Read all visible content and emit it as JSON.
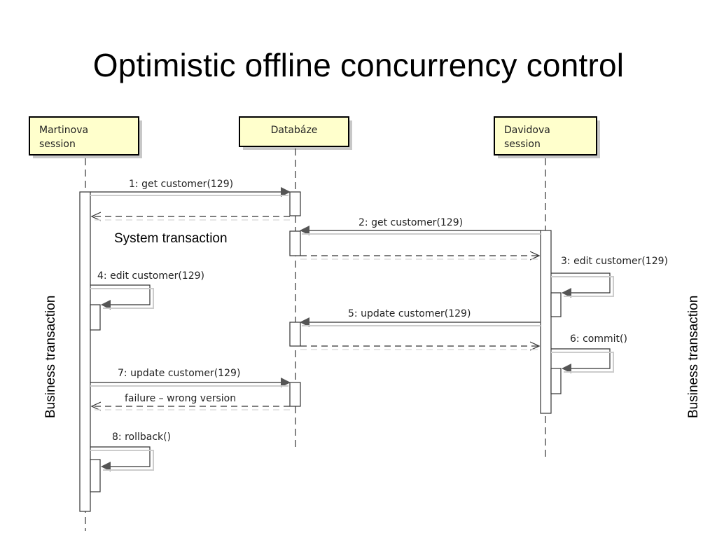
{
  "title": "Optimistic offline concurrency control",
  "participants": [
    {
      "id": "martinova",
      "lines": [
        "Martinova",
        "session"
      ]
    },
    {
      "id": "databaze",
      "lines": [
        "Databáze"
      ]
    },
    {
      "id": "davidova",
      "lines": [
        "Davidova",
        "session"
      ]
    }
  ],
  "messages": [
    {
      "label": "1: get customer(129)"
    },
    {
      "label": "2: get customer(129)"
    },
    {
      "label": "3: edit customer(129)"
    },
    {
      "label": "4: edit customer(129)"
    },
    {
      "label": "5: update customer(129)"
    },
    {
      "label": "6: commit()"
    },
    {
      "label": "7: update customer(129)"
    },
    {
      "label": "failure – wrong version"
    },
    {
      "label": "8: rollback()"
    }
  ],
  "annotations": {
    "system_transaction": "System transaction",
    "business_left": "Business transaction",
    "business_right": "Business transaction"
  },
  "colors": {
    "participant_fill": "#FFFFCC",
    "shadow": "#C8C8C8",
    "line": "#333333"
  }
}
